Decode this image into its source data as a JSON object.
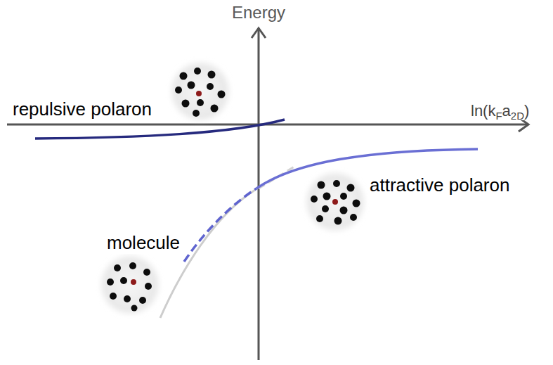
{
  "diagram": {
    "labels": [
      "Energy",
      "repulsive polaron",
      "ln(kFa2D)",
      "attractive polaron",
      "molecule"
    ]
  }
}
